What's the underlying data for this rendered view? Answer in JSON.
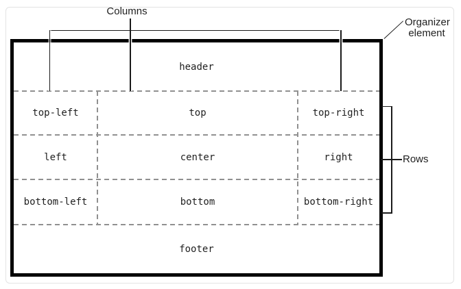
{
  "callouts": {
    "columns": "Columns",
    "organizer_line1": "Organizer",
    "organizer_line2": "element",
    "rows": "Rows"
  },
  "organizer": {
    "header": "header",
    "grid": [
      [
        "top-left",
        "top",
        "top-right"
      ],
      [
        "left",
        "center",
        "right"
      ],
      [
        "bottom-left",
        "bottom",
        "bottom-right"
      ]
    ],
    "footer": "footer"
  },
  "colors": {
    "line": "#1a1a1a",
    "dash": "#909090",
    "frame_border": "#e3e3e3",
    "background": "#ffffff",
    "text": "#1f1f1f"
  }
}
